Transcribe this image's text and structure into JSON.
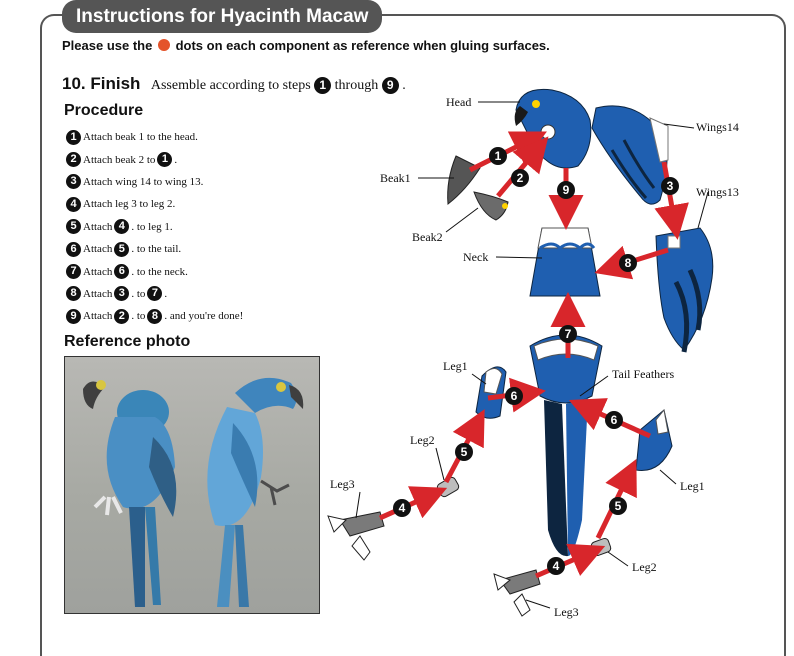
{
  "header": {
    "title": "Instructions for Hyacinth Macaw"
  },
  "intro": {
    "before": "Please use the",
    "after": "dots on each component as reference when gluing surfaces."
  },
  "step": {
    "number": "10. Finish",
    "text_before": "Assemble according to steps",
    "from": "1",
    "through_word": "through",
    "to": "9",
    "text_end": "."
  },
  "procedure_heading": "Procedure",
  "procedure": [
    {
      "n": "1",
      "a": "Attach beak 1 to the head.",
      "b": "",
      "c": "",
      "d": "",
      "e": ""
    },
    {
      "n": "2",
      "a": "Attach beak 2 to",
      "b": "1",
      "c": ".",
      "d": "",
      "e": ""
    },
    {
      "n": "3",
      "a": "Attach wing 14 to wing 13.",
      "b": "",
      "c": "",
      "d": "",
      "e": ""
    },
    {
      "n": "4",
      "a": "Attach leg 3 to leg 2.",
      "b": "",
      "c": "",
      "d": "",
      "e": ""
    },
    {
      "n": "5",
      "a": "Attach",
      "b": "4",
      "c": ". to leg 1.",
      "d": "",
      "e": ""
    },
    {
      "n": "6",
      "a": "Attach",
      "b": "5",
      "c": ". to the tail.",
      "d": "",
      "e": ""
    },
    {
      "n": "7",
      "a": "Attach",
      "b": "6",
      "c": ". to the neck.",
      "d": "",
      "e": ""
    },
    {
      "n": "8",
      "a": "Attach",
      "b": "3",
      "c": ". to",
      "d": "7",
      "e": "."
    },
    {
      "n": "9",
      "a": "Attach",
      "b": "2",
      "c": ". to",
      "d": "8",
      "e": ". and you're done!"
    }
  ],
  "reference_heading": "Reference photo",
  "diagram": {
    "labels": {
      "head": "Head",
      "wings14": "Wings14",
      "beak1": "Beak1",
      "wings13": "Wings13",
      "beak2": "Beak2",
      "neck": "Neck",
      "leg1_left": "Leg1",
      "tail": "Tail Feathers",
      "leg2_left": "Leg2",
      "leg1_right": "Leg1",
      "leg3_left": "Leg3",
      "leg2_right": "Leg2",
      "leg3_right": "Leg3"
    },
    "markers": {
      "m1": "1",
      "m2": "2",
      "m9": "9",
      "m3": "3",
      "m8": "8",
      "m7": "7",
      "m6l": "6",
      "m6r": "6",
      "m5l": "5",
      "m5r": "5",
      "m4l": "4",
      "m4r": "4"
    }
  },
  "colors": {
    "accent_dot": "#e4532a",
    "arrow": "#d8262b",
    "parrot_blue": "#1f5fb0",
    "parrot_dark": "#0d2540",
    "header_bg": "#555555"
  }
}
